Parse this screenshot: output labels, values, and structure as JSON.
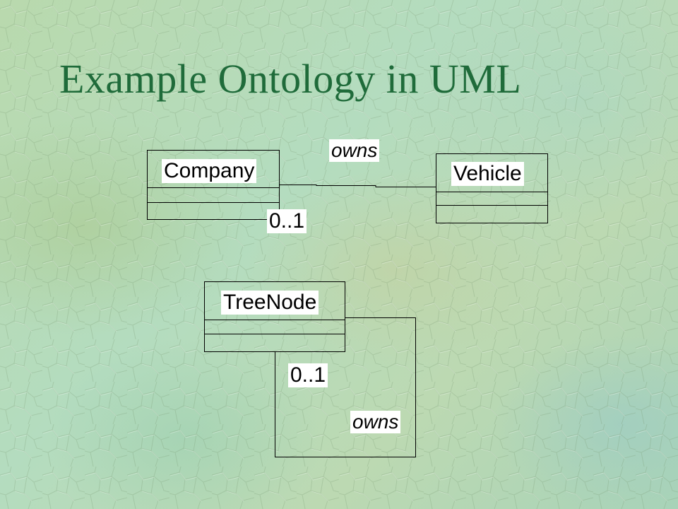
{
  "slide": {
    "title": "Example Ontology in UML",
    "title_color": "#1f6b3a"
  },
  "diagram": {
    "classes": {
      "company": "Company",
      "vehicle": "Vehicle",
      "treenode": "TreeNode"
    },
    "associations": {
      "company_vehicle": {
        "role": "owns",
        "multiplicity": "0..1"
      },
      "treenode_self": {
        "role": "owns",
        "multiplicity": "0..1"
      }
    }
  }
}
